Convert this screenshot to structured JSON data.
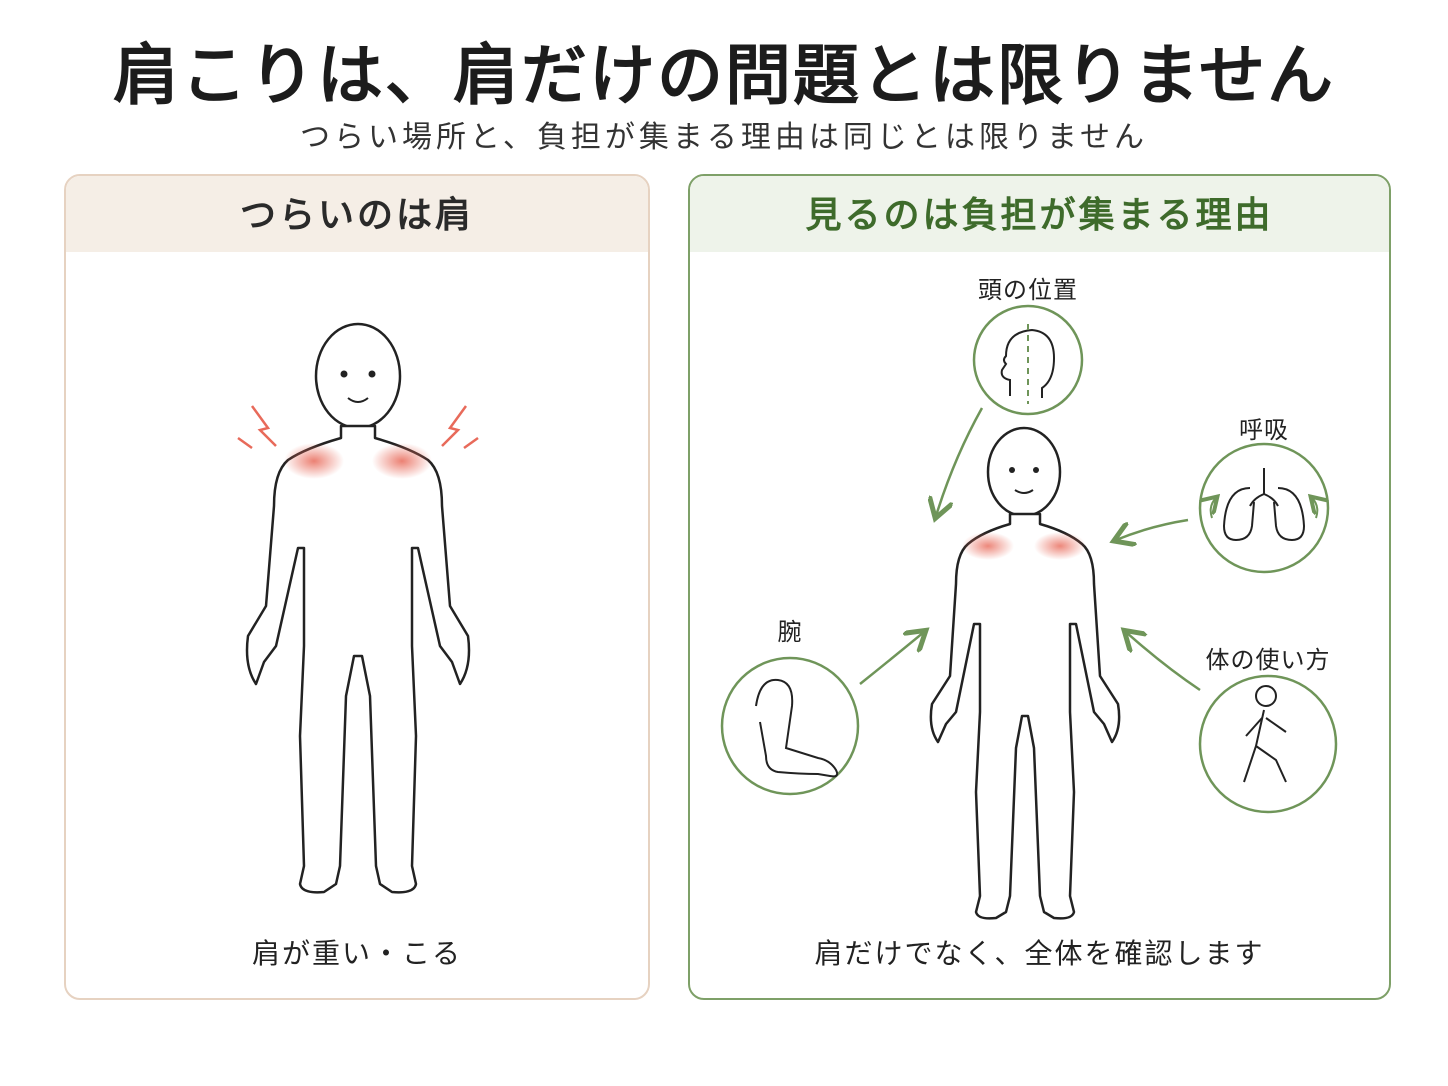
{
  "title": "肩こりは、肩だけの問題とは限りません",
  "subtitle": "つらい場所と、負担が集まる理由は同じとは限りません",
  "left_panel": {
    "heading": "つらいのは肩",
    "caption": "肩が重い・こる"
  },
  "right_panel": {
    "heading": "見るのは負担が集まる理由",
    "caption": "肩だけでなく、全体を確認します",
    "factors": {
      "head": "頭の位置",
      "breath": "呼吸",
      "arm": "腕",
      "body_use": "体の使い方"
    }
  },
  "colors": {
    "green": "#6f9559",
    "pain_red": "#e86a5a",
    "outline": "#222222"
  }
}
